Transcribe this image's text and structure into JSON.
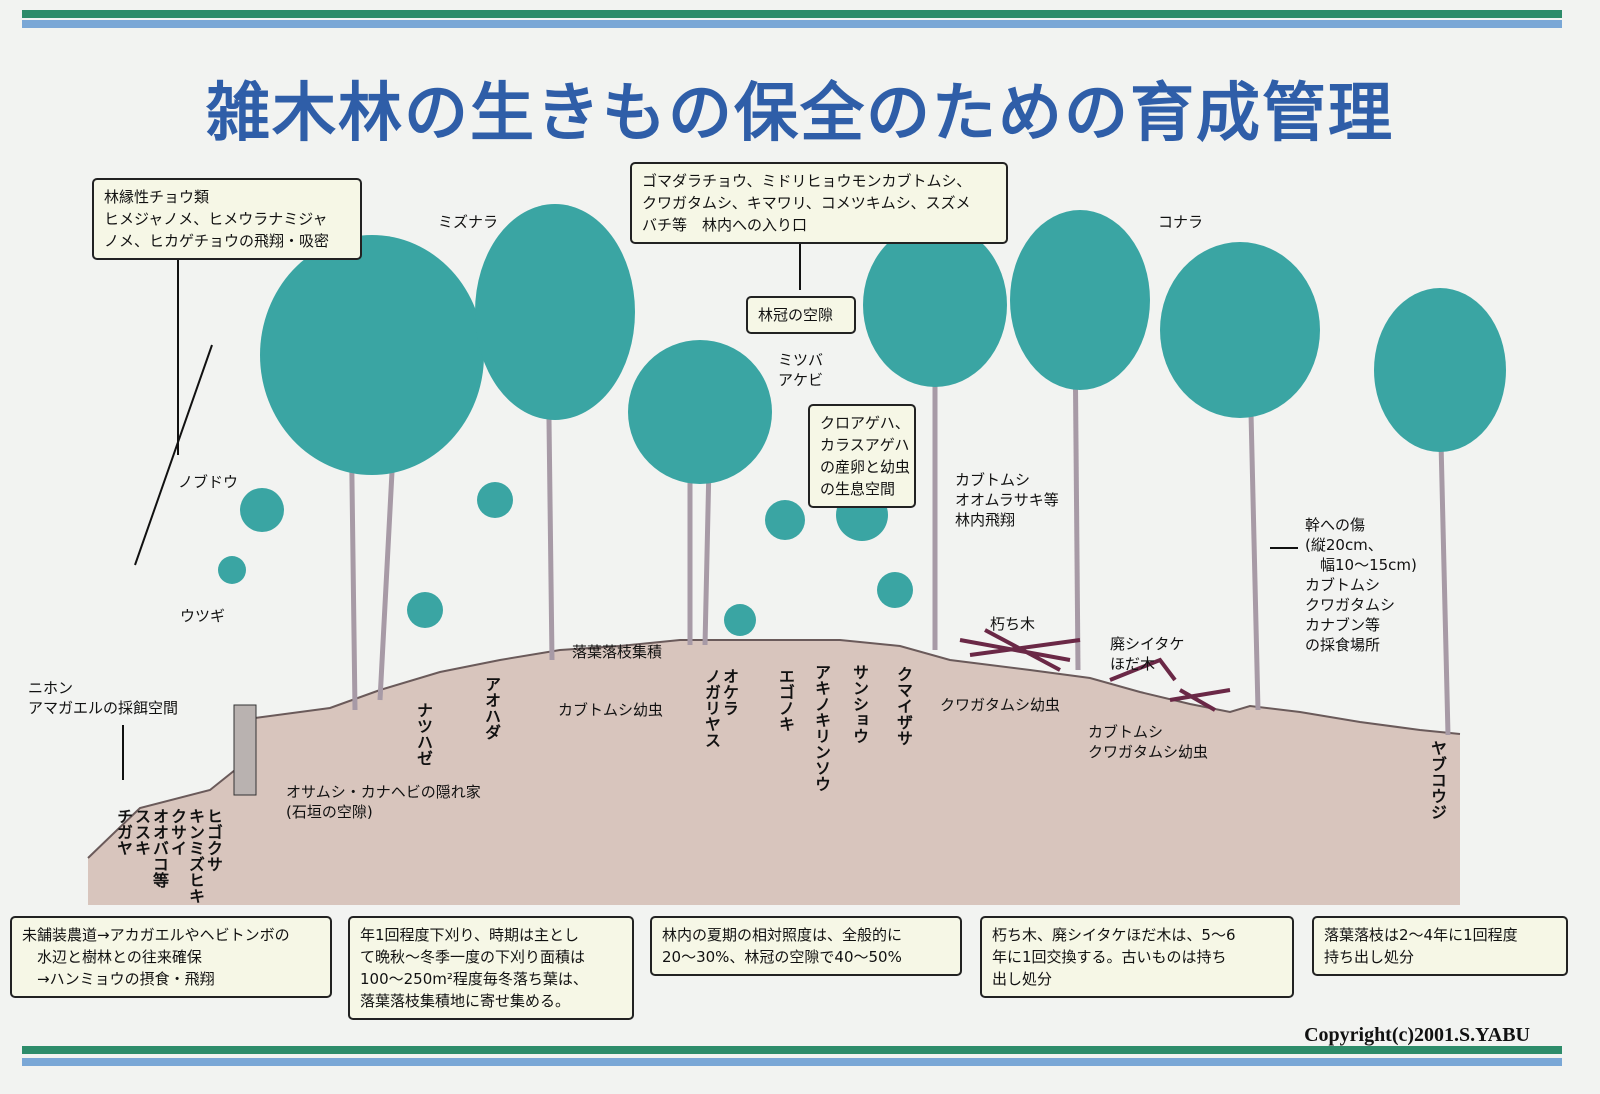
{
  "title": "雑木林の生きもの保全のための育成管理",
  "copyright": "Copyright(c)2001.S.YABU",
  "colors": {
    "title": "#2f5ea8",
    "canopy": "#3aa5a3",
    "trunk": "#a79aa6",
    "ground": "#d8c5bd",
    "stripe_green": "#2d8c6a",
    "stripe_blue": "#7aa7d6",
    "box_bg": "#f6f7e6"
  },
  "callouts": {
    "butterflies": "林縁性チョウ類\nヒメジャノメ、ヒメウラナミジャ\nノメ、ヒカゲチョウの飛翔・吸密",
    "gap_insects": "ゴマダラチョウ、ミドリヒョウモンカブトムシ、\nクワガタムシ、キマワリ、コメツキムシ、スズメ\nバチ等　林内への入り口",
    "canopy_gap": "林冠の空隙",
    "swallowtail": "クロアゲハ、\nカラスアゲハ\nの産卵と幼虫\nの生息空間"
  },
  "labels": {
    "mizunara": "ミズナラ",
    "konara": "コナラ",
    "nobudou": "ノブドウ",
    "utsugi": "ウツギ",
    "mitsuba_akebi": "ミツバ\nアケビ",
    "frog": "ニホン\nアマガエルの採餌空間",
    "flying": "カブトムシ\nオオムラサキ等\n林内飛翔",
    "trunk_damage": "幹への傷\n(縦20cm、\n　幅10～15cm)\nカブトムシ\nクワガタムシ\nカナブン等\nの採食場所",
    "rotten_wood": "朽ち木",
    "shiitake_log": "廃シイタケ\nほだ木",
    "litter_pile": "落葉落枝集積",
    "larva1": "カブトムシ幼虫",
    "larva2": "クワガタムシ幼虫",
    "larva3": "カブトムシ\nクワガタムシ幼虫",
    "hideout": "オサムシ・カナヘビの隠れ家\n(石垣の空隙)"
  },
  "vertical_labels": {
    "natsuhaze": "ナツハゼ",
    "aohada": "アオハダ",
    "okera_nogariyasu": "オケラ\nノガリヤス",
    "egonoki": "エゴノキ",
    "akinokirinsou": "アキノキリンソウ",
    "sanshou": "サンショウ",
    "kumaizasa": "クマイザサ",
    "yabukouji": "ヤブコウジ",
    "grasses": "ヒゴクサ\nキンミズヒキ\nクサイ\nオオバコ等\nススキ\nチガヤ"
  },
  "bottom_notes": [
    "未舗装農道→アカガエルやヘビトンボの\n　水辺と樹林との往来確保\n　→ハンミョウの摂食・飛翔",
    "年1回程度下刈り、時期は主とし\nて晩秋～冬季一度の下刈り面積は\n100～250m²程度毎冬落ち葉は、\n落葉落枝集積地に寄せ集める。",
    "林内の夏期の相対照度は、全般的に\n20～30%、林冠の空隙で40～50%",
    "朽ち木、廃シイタケほだ木は、5～6\n年に1回交換する。古いものは持ち\n出し処分",
    "落葉落枝は2～4年に1回程度\n持ち出し処分"
  ]
}
